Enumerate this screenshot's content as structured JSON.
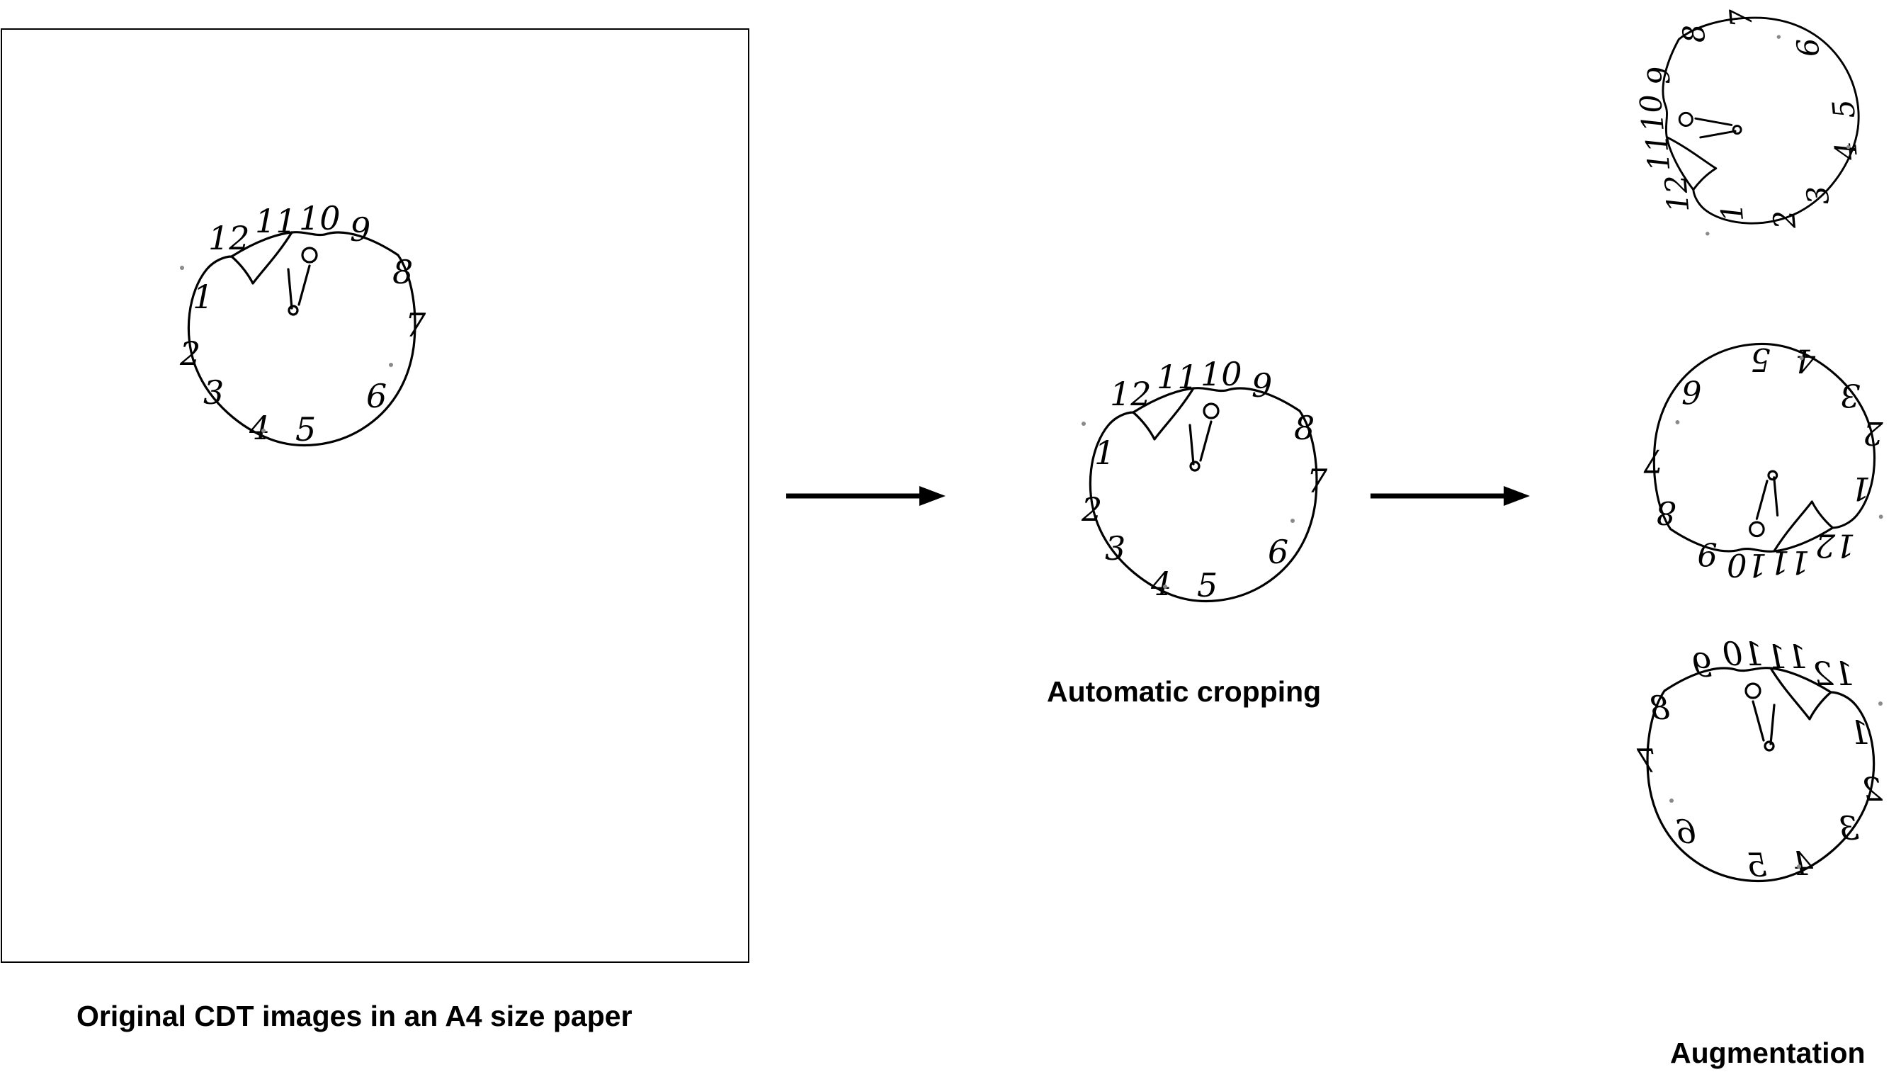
{
  "captions": {
    "original": "Original CDT images in an A4 size paper",
    "cropping": "Automatic cropping",
    "augmentation": "Augmentation"
  },
  "clock_drawing": {
    "numerals": [
      "12",
      "11",
      "10",
      "9",
      "8",
      "7",
      "6",
      "5",
      "4",
      "3",
      "2",
      "1"
    ]
  },
  "colors": {
    "ink": "#000000",
    "background": "#ffffff",
    "speck": "#8a8a8a"
  },
  "icons": {
    "arrow": "right-arrow-icon"
  }
}
